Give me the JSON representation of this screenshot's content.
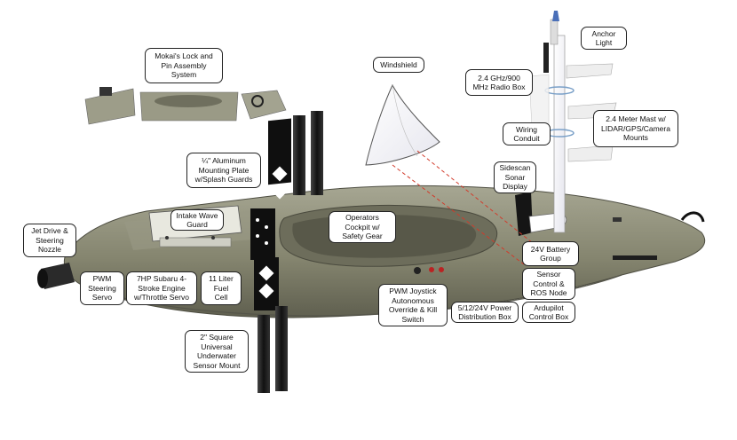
{
  "labels": {
    "lock_assembly": "Mokai's Lock and\nPin Assembly\nSystem",
    "windshield": "Windshield",
    "anchor_light": "Anchor\nLight",
    "radio_box": "2.4 GHz/900\nMHz Radio Box",
    "wiring_conduit": "Wiring\nConduit",
    "mast": "2.4 Meter Mast w/\nLIDAR/GPS/Camera\nMounts",
    "mounting_plate": "¼\" Aluminum\nMounting Plate\nw/Splash Guards",
    "sidescan_display": "Sidescan\nSonar\nDisplay",
    "intake_guard": "Intake Wave\nGuard",
    "cockpit": "Operators\nCockpit w/\nSafety Gear",
    "jet_drive": "Jet Drive &\nSteering\nNozzle",
    "battery": "24V Battery\nGroup",
    "pwm_servo": "PWM\nSteering\nServo",
    "engine": "7HP Subaru 4-\nStroke Engine\nw/Throttle Servo",
    "fuel_cell": "11 Liter\nFuel\nCell",
    "sensor_node": "Sensor\nControl &\nROS Node",
    "joystick": "PWM Joystick\nAutonomous\nOverride & Kill\nSwitch",
    "power_box": "5/12/24V Power\nDistribution Box",
    "ardupilot": "Ardupilot\nControl Box",
    "sensor_mount": "2\" Square\nUniversal\nUnderwater\nSensor Mount"
  },
  "colors": {
    "hull": "#8c8c78",
    "hull_dark": "#5e5e50",
    "hull_light": "#b4b4a2",
    "laser": "#d23a2a",
    "mast": "#ececec",
    "plate": "#1a1a1a"
  }
}
